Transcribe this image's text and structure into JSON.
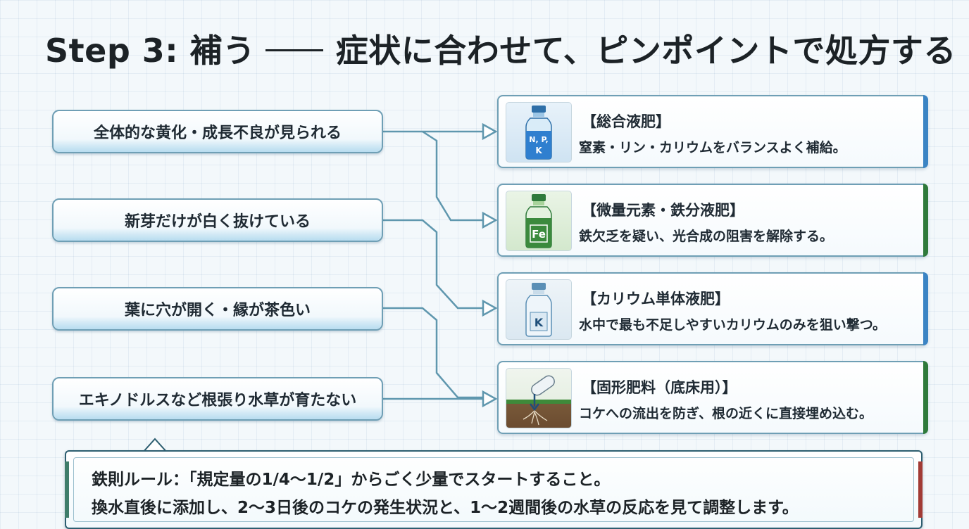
{
  "title": {
    "step": "Step 3: 補う",
    "main": "症状に合わせて、ピンポイントで処方する"
  },
  "symptoms": [
    {
      "label": "全体的な黄化・成長不良が見られる"
    },
    {
      "label": "新芽だけが白く抜けている"
    },
    {
      "label": "葉に穴が開く・縁が茶色い"
    },
    {
      "label": "エキノドルスなど根張り水草が育たない"
    }
  ],
  "remedies": [
    {
      "title": "【総合液肥】",
      "desc": "窒素・リン・カリウムをバランスよく補給。",
      "icon": "npk-bottle-icon",
      "icon_text": [
        "N, P,",
        "K"
      ],
      "accent": "#3b84c4"
    },
    {
      "title": "【微量元素・鉄分液肥】",
      "desc": "鉄欠乏を疑い、光合成の阻害を解除する。",
      "icon": "fe-bottle-icon",
      "icon_text": [
        "Fe"
      ],
      "accent": "#2f7a3b"
    },
    {
      "title": "【カリウム単体液肥】",
      "desc": "水中で最も不足しやすいカリウムのみを狙い撃つ。",
      "icon": "k-bottle-icon",
      "icon_text": [
        "K"
      ],
      "accent": "#3b84c4"
    },
    {
      "title": "【固形肥料（底床用）】",
      "desc": "コケへの流出を防ぎ、根の近くに直接埋め込む。",
      "icon": "root-tab-icon",
      "icon_text": [],
      "accent": "#2f7a3b"
    }
  ],
  "rule": {
    "line1": "鉄則ルール：「規定量の1/4〜1/2」からごく少量でスタートすること。",
    "line2": "換水直後に添加し、2〜3日後のコケの発生状況と、1〜2週間後の水草の反応を見て調整します。"
  },
  "colors": {
    "connector": "#5f97ae",
    "accent_blue": "#3b84c4",
    "accent_green": "#2f7a3b",
    "rule_border": "#2d5e70"
  }
}
